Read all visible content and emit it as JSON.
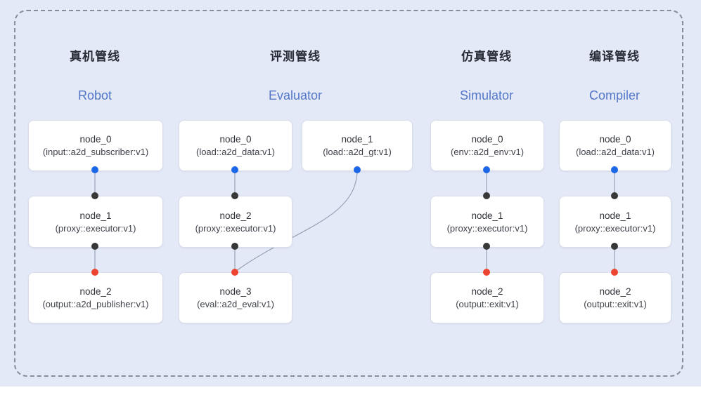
{
  "scene": {
    "background": "#e4e9f7",
    "frame_border_color": "#878d99"
  },
  "colors": {
    "port_blue": "#1c67e8",
    "port_dark": "#383838",
    "port_red": "#ec4430",
    "edge_gray": "#98a2b6",
    "title_zh_color": "#262b36",
    "title_en_color": "#5377c7"
  },
  "pipelines": [
    {
      "title_zh": "真机管线",
      "title_en": "Robot",
      "nodes": [
        {
          "name": "node_0",
          "type": "(input::a2d_subscriber:v1)"
        },
        {
          "name": "node_1",
          "type": "(proxy::executor:v1)"
        },
        {
          "name": "node_2",
          "type": "(output::a2d_publisher:v1)"
        }
      ]
    },
    {
      "title_zh": "评测管线",
      "title_en": "Evaluator",
      "nodes": [
        {
          "name": "node_0",
          "type": "(load::a2d_data:v1)"
        },
        {
          "name": "node_1",
          "type": "(load::a2d_gt:v1)"
        },
        {
          "name": "node_2",
          "type": "(proxy::executor:v1)"
        },
        {
          "name": "node_3",
          "type": "(eval::a2d_eval:v1)"
        }
      ]
    },
    {
      "title_zh": "仿真管线",
      "title_en": "Simulator",
      "nodes": [
        {
          "name": "node_0",
          "type": "(env::a2d_env:v1)"
        },
        {
          "name": "node_1",
          "type": "(proxy::executor:v1)"
        },
        {
          "name": "node_2",
          "type": "(output::exit:v1)"
        }
      ]
    },
    {
      "title_zh": "编译管线",
      "title_en": "Compiler",
      "nodes": [
        {
          "name": "node_0",
          "type": "(load::a2d_data:v1)"
        },
        {
          "name": "node_1",
          "type": "(proxy::executor:v1)"
        },
        {
          "name": "node_2",
          "type": "(output::exit:v1)"
        }
      ]
    }
  ]
}
